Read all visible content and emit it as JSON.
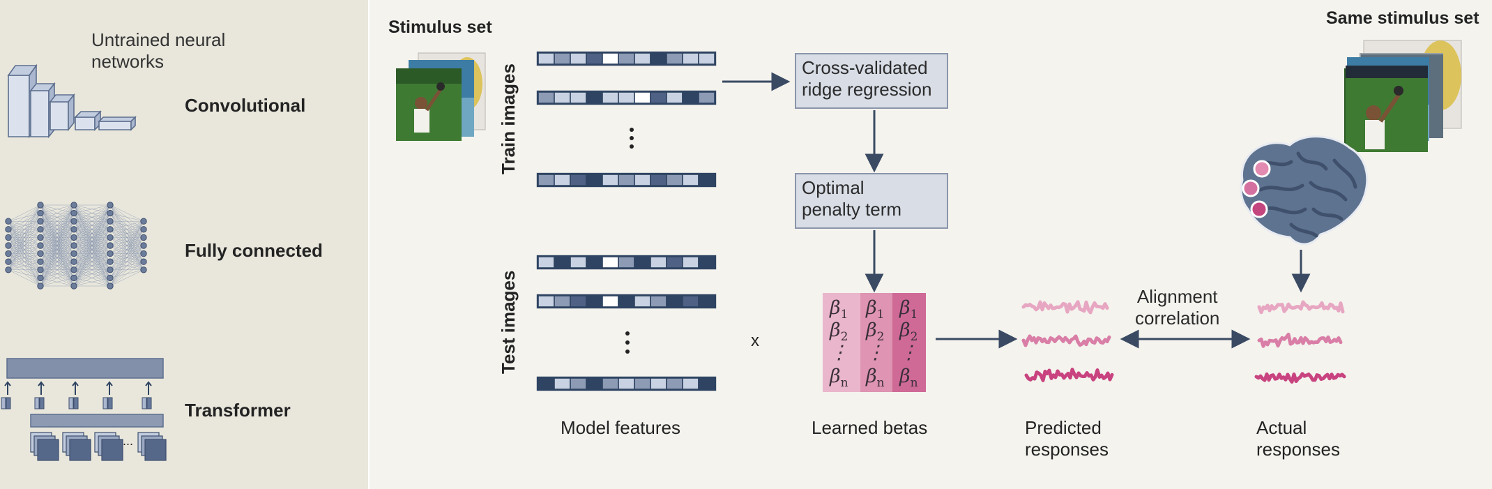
{
  "left": {
    "heading": "Untrained neural networks",
    "heading_line1": "Untrained neural",
    "heading_line2": "networks",
    "convolutional": "Convolutional",
    "fully_connected": "Fully connected",
    "transformer": "Transformer",
    "transformer_ellipsis": "..."
  },
  "main": {
    "stimulus_set": "Stimulus set",
    "same_stimulus_set": "Same stimulus set",
    "train_images": "Train images",
    "test_images": "Test images",
    "ridge_box": "Cross-validated ridge regression",
    "ridge_line1": "Cross-validated",
    "ridge_line2": "ridge regression",
    "penalty_box": "Optimal penalty term",
    "penalty_line1": "Optimal",
    "penalty_line2": "penalty term",
    "multiply": "x",
    "alignment": "Alignment correlation",
    "alignment_line1": "Alignment",
    "alignment_line2": "correlation",
    "beta_symbols": [
      "β1",
      "β2",
      "β",
      "n"
    ],
    "captions": {
      "model_features": "Model features",
      "learned_betas": "Learned betas",
      "predicted": "Predicted responses",
      "predicted_line1": "Predicted",
      "predicted_line2": "responses",
      "actual": "Actual responses",
      "actual_line1": "Actual",
      "actual_line2": "responses"
    }
  },
  "colors": {
    "dark_navy": "#2f4462",
    "mid_slate": "#6c7b95",
    "light_blue": "#c8d2e2",
    "box_fill": "#d8dde6",
    "arrow": "#3a4a63",
    "beta_col1": "#eab6cb",
    "beta_col2": "#de94b2",
    "beta_col3": "#cf6a97",
    "brain": "#5e7390",
    "electrode": "#cf5d8d"
  }
}
